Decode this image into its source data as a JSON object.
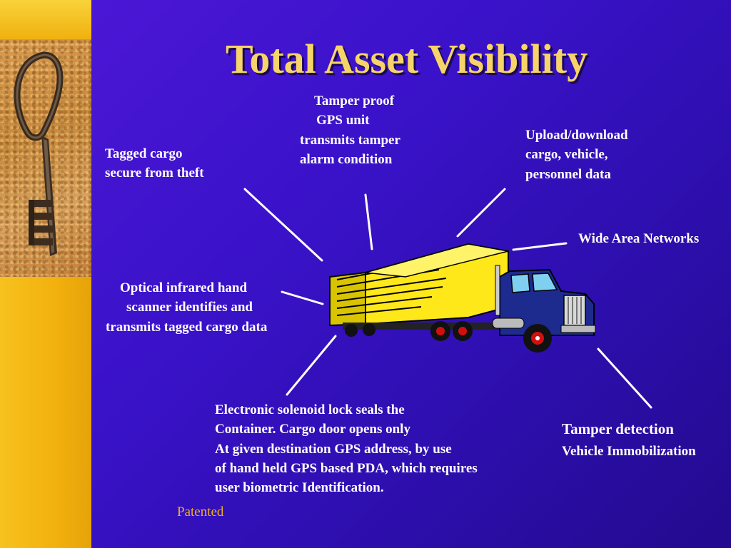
{
  "title": "Total Asset Visibility",
  "labels": {
    "tamper_gps": [
      "Tamper proof",
      "GPS unit",
      "transmits  tamper",
      "alarm condition"
    ],
    "tagged_cargo": [
      "Tagged cargo",
      "secure from theft"
    ],
    "upload": [
      "Upload/download",
      "cargo, vehicle,",
      "personnel data"
    ],
    "wan": "Wide Area Networks",
    "optical": [
      "Optical infrared hand",
      "scanner identifies and",
      "transmits  tagged cargo data"
    ],
    "solenoid": [
      "Electronic solenoid lock seals the",
      "Container. Cargo door opens only",
      "At given destination GPS address, by use",
      "of hand held GPS based PDA, which requires",
      "user biometric Identification."
    ],
    "tamper_detection": "Tamper detection",
    "immobilization": "Vehicle Immobilization"
  },
  "footer": "Patented",
  "icons": [
    "key-icon",
    "truck-icon"
  ],
  "colors": {
    "title": "#f6d46a",
    "background": "#3a12c9",
    "sidebar": "#f2b10e",
    "footer": "#f2b020"
  }
}
